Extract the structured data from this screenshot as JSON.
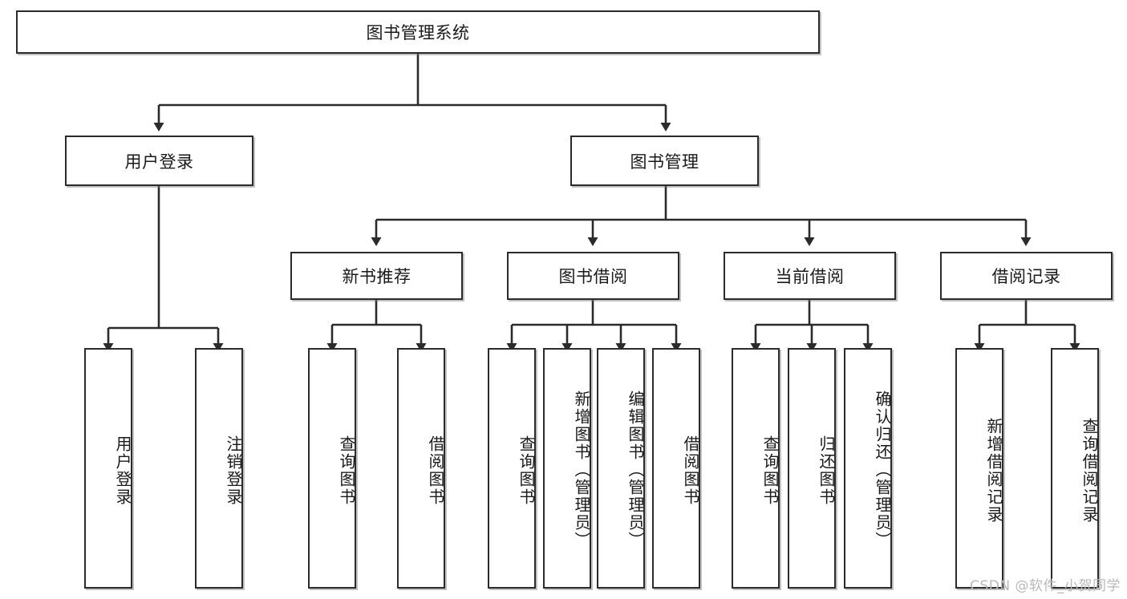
{
  "diagram": {
    "title": "图书管理系统",
    "type": "tree-hierarchy-diagram",
    "watermark": "CSDN @软件_小贺同学",
    "colors": {
      "box_border": "#2b2b2b",
      "box_fill": "#ffffff",
      "connector": "#2b2b2b",
      "text": "#1a1a1a",
      "watermark": "#b9b9b9"
    },
    "nodes": {
      "root": {
        "label": "图书管理系统"
      },
      "level2": [
        {
          "label": "用户登录"
        },
        {
          "label": "图书管理"
        }
      ],
      "level3": [
        {
          "label": "新书推荐"
        },
        {
          "label": "图书借阅"
        },
        {
          "label": "当前借阅"
        },
        {
          "label": "借阅记录"
        }
      ],
      "leaves": {
        "user_login": [
          {
            "label": "用户登录"
          },
          {
            "label": "注销登录"
          }
        ],
        "new_book_recommend": [
          {
            "label": "查询图书"
          },
          {
            "label": "借阅图书"
          }
        ],
        "book_borrow": [
          {
            "label": "查询图书"
          },
          {
            "label": "新增图书（管理员）"
          },
          {
            "label": "编辑图书（管理员）"
          },
          {
            "label": "借阅图书"
          }
        ],
        "current_borrow": [
          {
            "label": "查询图书"
          },
          {
            "label": "归还图书"
          },
          {
            "label": "确认归还（管理员）"
          }
        ],
        "borrow_record": [
          {
            "label": "新增借阅记录"
          },
          {
            "label": "查询借阅记录"
          }
        ]
      }
    }
  }
}
